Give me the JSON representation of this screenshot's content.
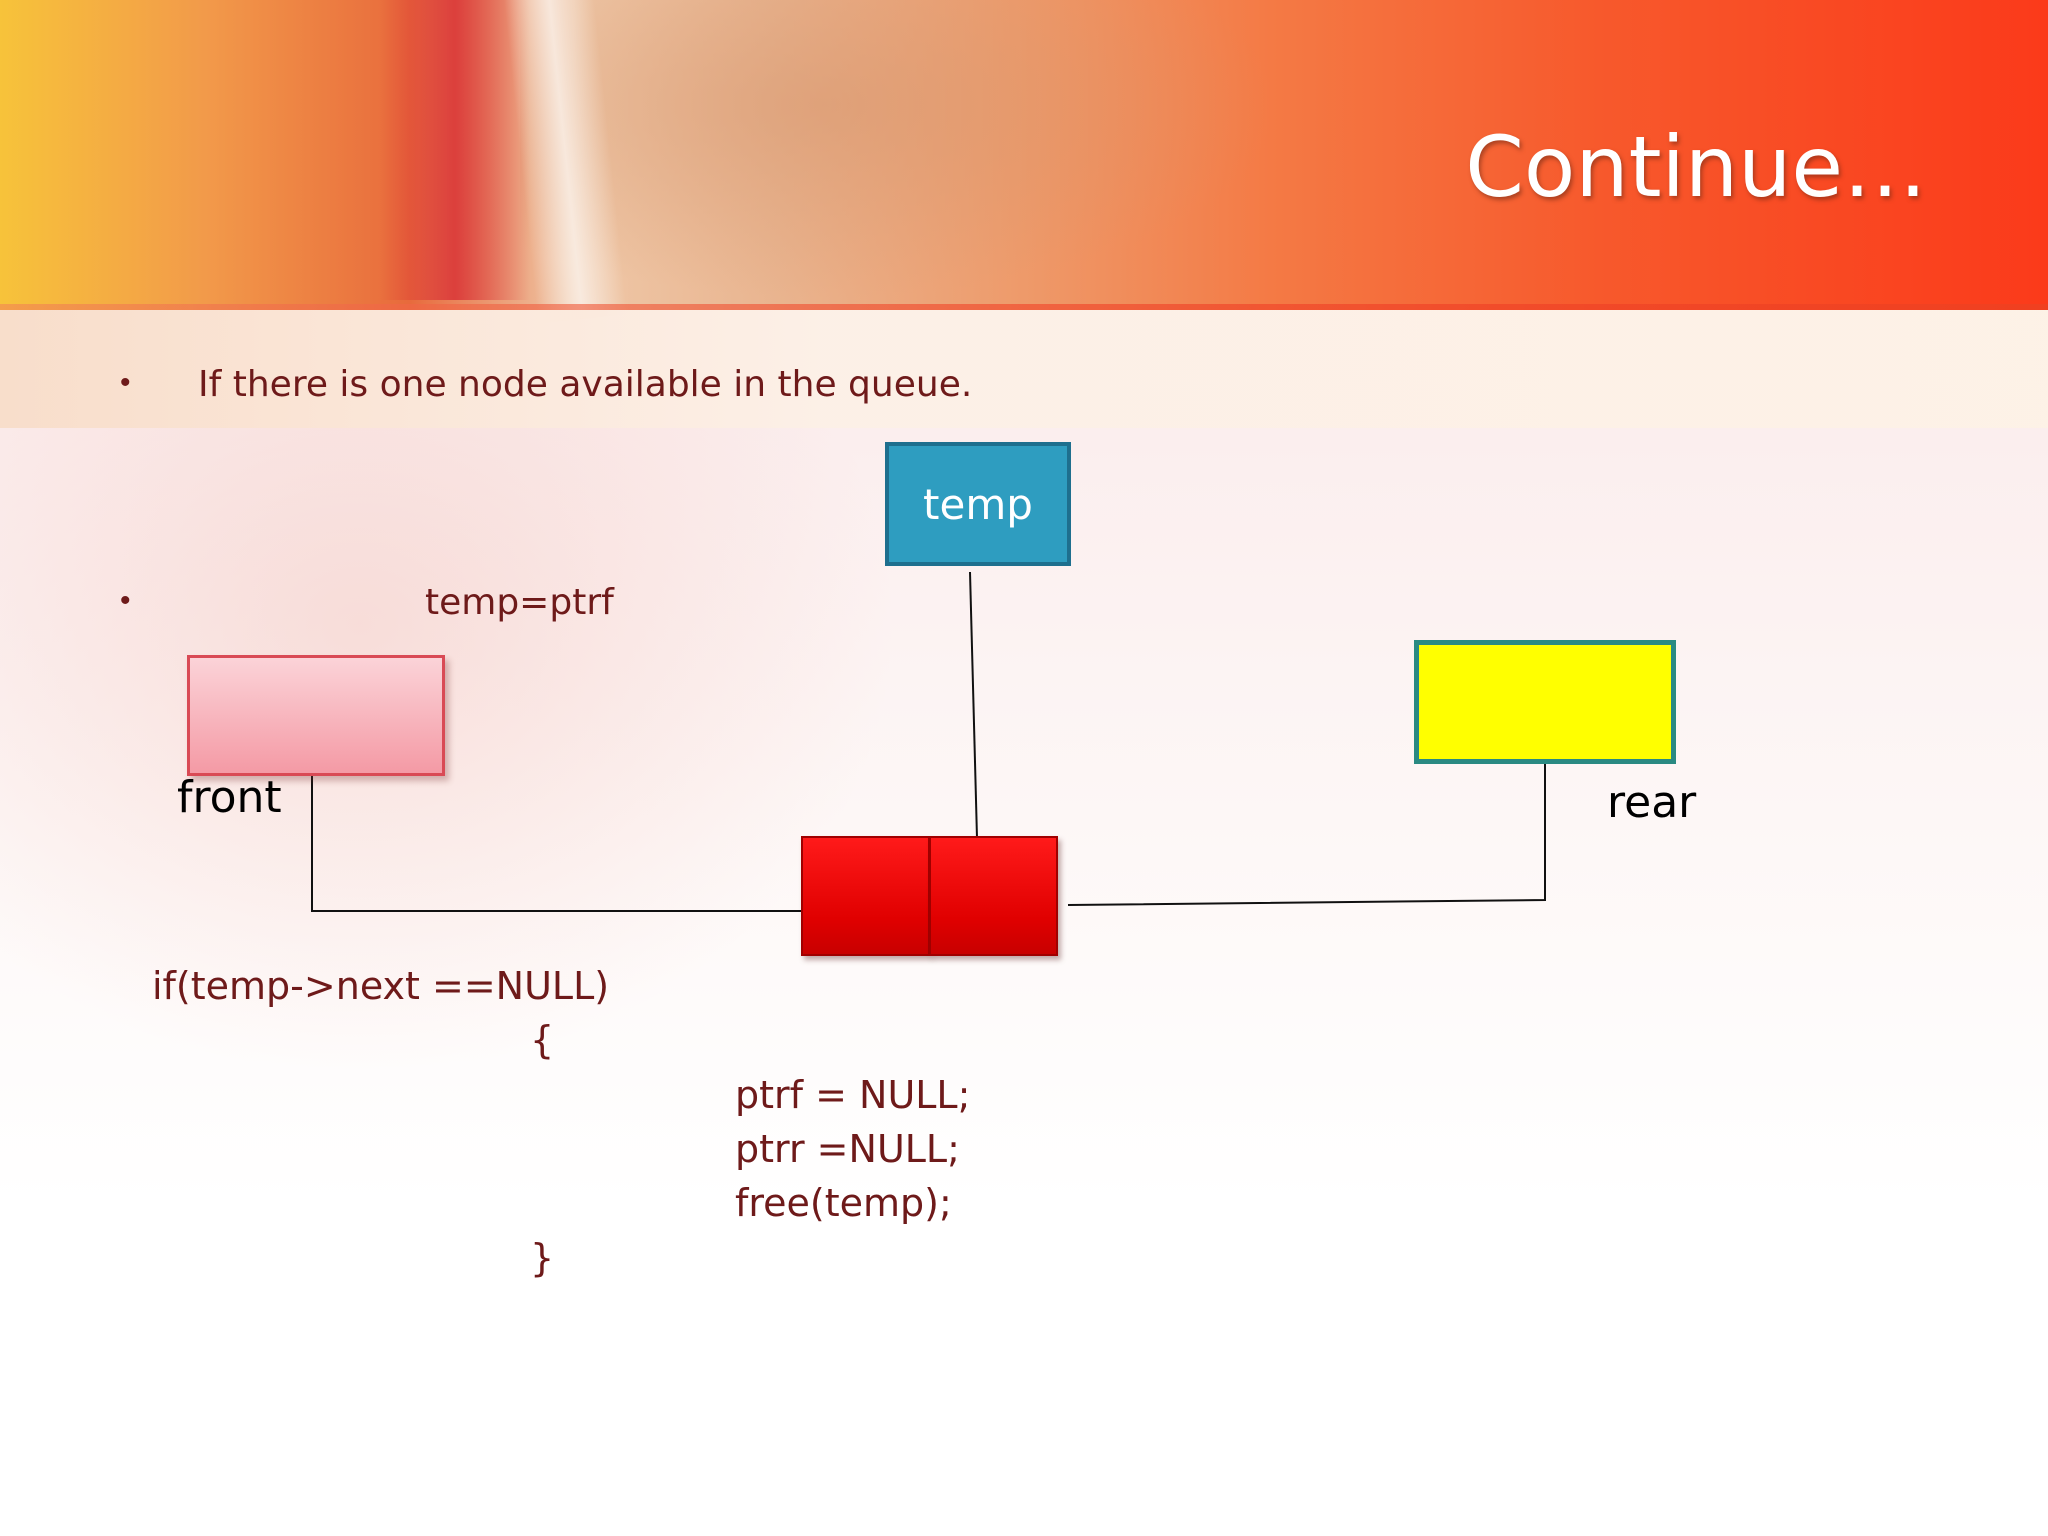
{
  "slide": {
    "title": "Continue…",
    "bullets": [
      {
        "marker": "•",
        "text": "If there is one node available in the queue."
      },
      {
        "marker": "•",
        "text": "temp=ptrf"
      }
    ]
  },
  "diagram": {
    "temp_label": "temp",
    "front_label": "front",
    "rear_label": "rear"
  },
  "code": {
    "lines": [
      "if(temp->next ==NULL)",
      "{",
      "ptrf = NULL;",
      "ptrr =NULL;",
      "free(temp);",
      "}"
    ]
  },
  "colors": {
    "text": "#6e1a1a",
    "temp_box": "#2e9dc0",
    "rear_box": "#ffff00",
    "node": "#e00000",
    "front_box": "#f49aa5"
  }
}
